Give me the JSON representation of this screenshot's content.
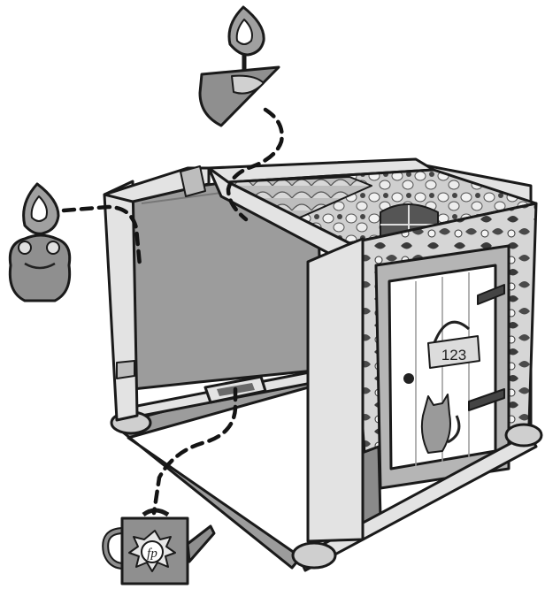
{
  "figure": {
    "door_number_label": "123",
    "watering_can_logo": "fp",
    "toys": [
      "cone-toy",
      "frog-toy",
      "watering-can-toy"
    ]
  },
  "colors": {
    "frame": "#e3e3e3",
    "panel": "#9c9c9c",
    "toy": "#8f8f8f",
    "outline": "#1a1a1a"
  }
}
